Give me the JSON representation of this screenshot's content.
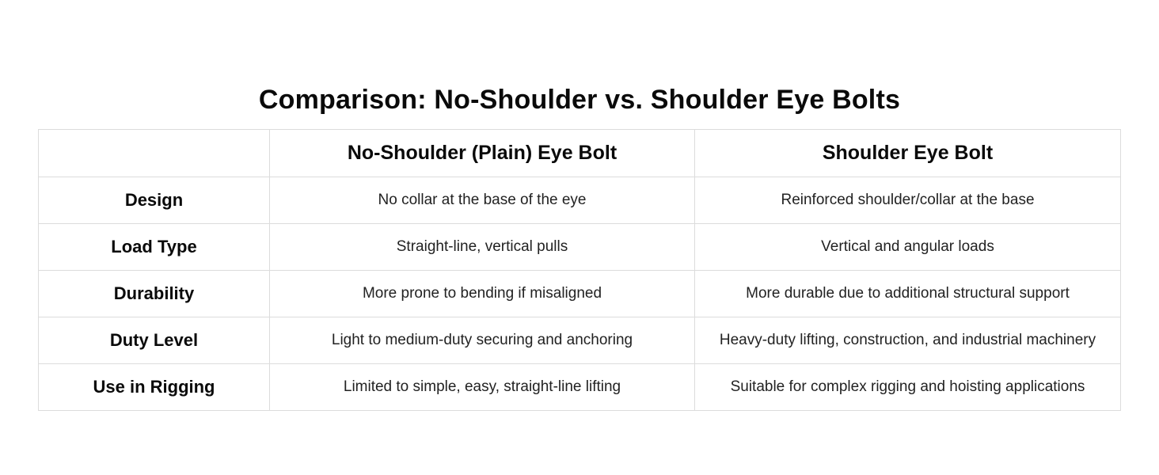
{
  "title": "Comparison: No-Shoulder vs. Shoulder Eye Bolts",
  "table": {
    "headers": [
      "",
      "No-Shoulder (Plain) Eye Bolt",
      "Shoulder Eye Bolt"
    ],
    "rows": [
      {
        "label": "Design",
        "no_shoulder": "No collar at the base of the eye",
        "shoulder": "Reinforced shoulder/collar at the base"
      },
      {
        "label": "Load Type",
        "no_shoulder": "Straight-line, vertical pulls",
        "shoulder": "Vertical and angular loads"
      },
      {
        "label": "Durability",
        "no_shoulder": "More prone to bending if misaligned",
        "shoulder": "More durable due to additional structural support"
      },
      {
        "label": "Duty Level",
        "no_shoulder": "Light to medium-duty securing and anchoring",
        "shoulder": "Heavy-duty lifting, construction, and industrial machinery"
      },
      {
        "label": "Use in Rigging",
        "no_shoulder": "Limited to simple, easy, straight-line lifting",
        "shoulder": "Suitable for complex rigging and hoisting applications"
      }
    ]
  }
}
